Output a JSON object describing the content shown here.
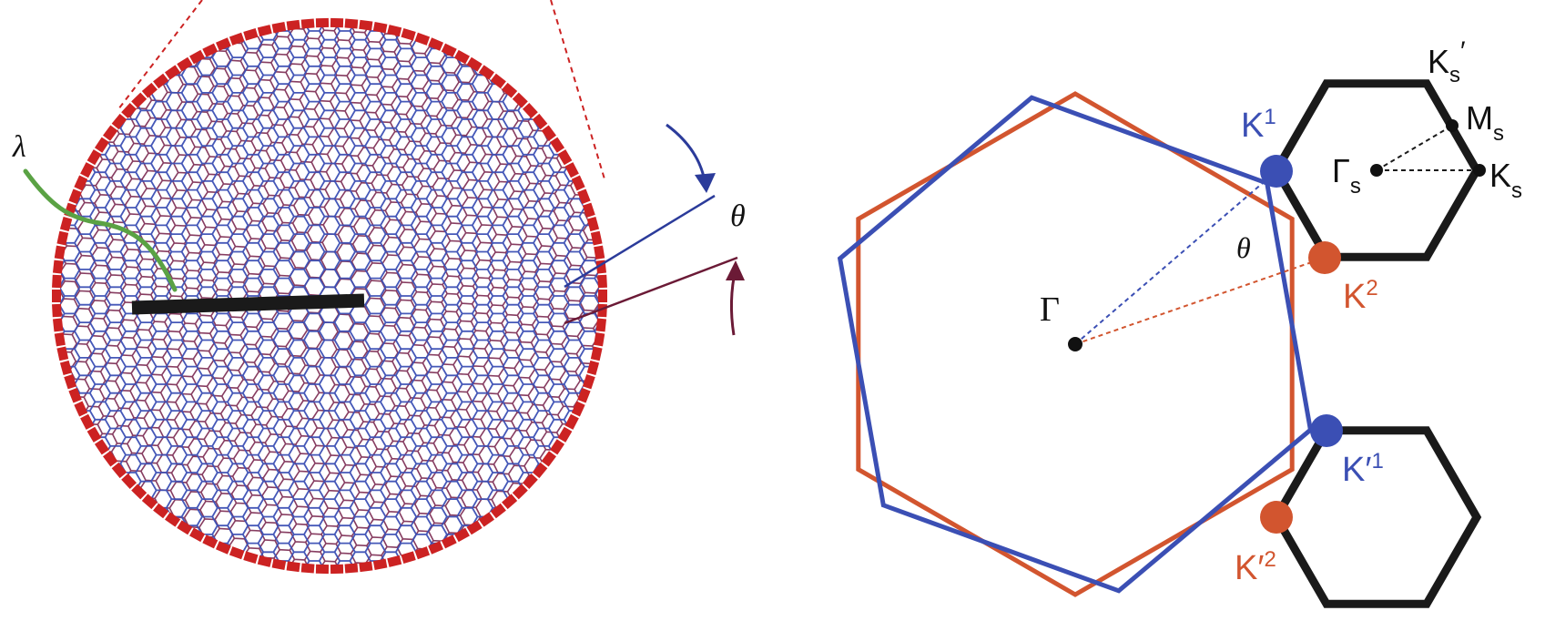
{
  "colors": {
    "layer1": "#3b4fb4",
    "layer2": "#d2552f",
    "layer_moire": "#7a2850",
    "edge_ticks": "#cc2222",
    "super_bz": "#1a1a1a",
    "lambda_line": "#5aa244",
    "scale_bar": "#1a1a1a",
    "arrow_top": "#2b3b9a",
    "arrow_bottom": "#6b1a36"
  },
  "real_space": {
    "lambda": {
      "label": "λ"
    },
    "theta": {
      "label": "θ"
    }
  },
  "reciprocal_space": {
    "theta": {
      "label": "θ"
    },
    "gamma": {
      "label": "Γ"
    },
    "k1": {
      "base": "K",
      "sup": "1"
    },
    "k2": {
      "base": "K",
      "sup": "2"
    },
    "kp1": {
      "base": "K′",
      "sup": "1"
    },
    "kp2": {
      "base": "K′",
      "sup": "2"
    },
    "super_bz": {
      "gamma_s": {
        "base": "Γ",
        "sub": "s"
      },
      "k_s": {
        "base": "K",
        "sub": "s"
      },
      "m_s": {
        "base": "M",
        "sub": "s"
      },
      "kp_s": {
        "base": "K",
        "sub": "s",
        "prime": "′"
      }
    }
  }
}
